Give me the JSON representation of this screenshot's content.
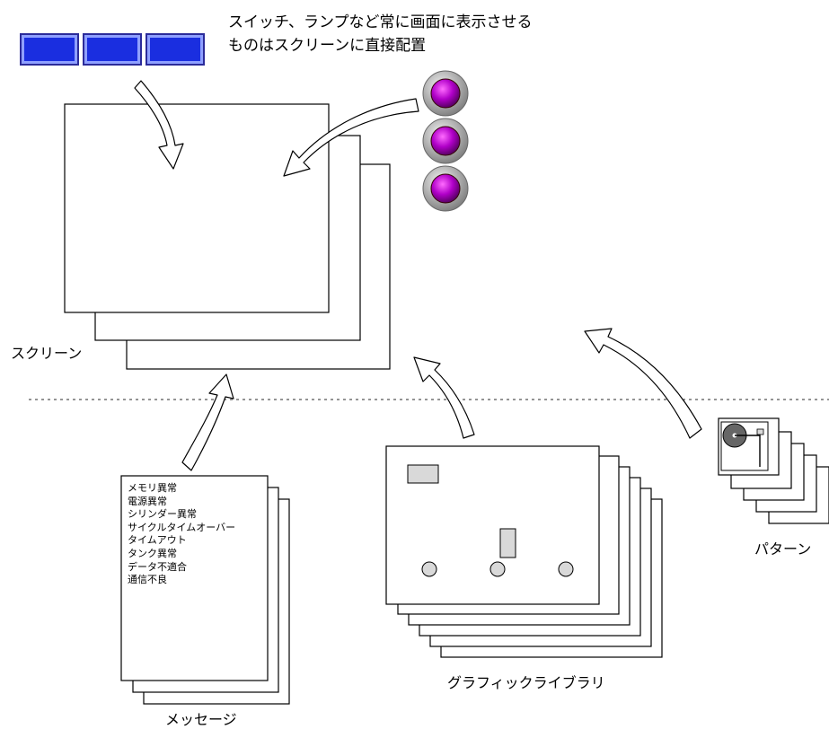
{
  "annotation": {
    "line1": "スイッチ、ランプなど常に画面に表示させる",
    "line2": "ものはスクリーンに直接配置"
  },
  "labels": {
    "screen": "スクリーン",
    "message": "メッセージ",
    "graphic_library": "グラフィックライブラリ",
    "pattern": "パターン"
  },
  "messages": [
    "メモリ異常",
    "電源異常",
    "シリンダー異常",
    "サイクルタイムオーバー",
    "タイムアウト",
    "タンク異常",
    "データ不適合",
    "通信不良"
  ],
  "colors": {
    "switch_fill": "#1a2ee0",
    "lamp_fill": "#b000c8",
    "gray_part": "#d9d9d9"
  }
}
